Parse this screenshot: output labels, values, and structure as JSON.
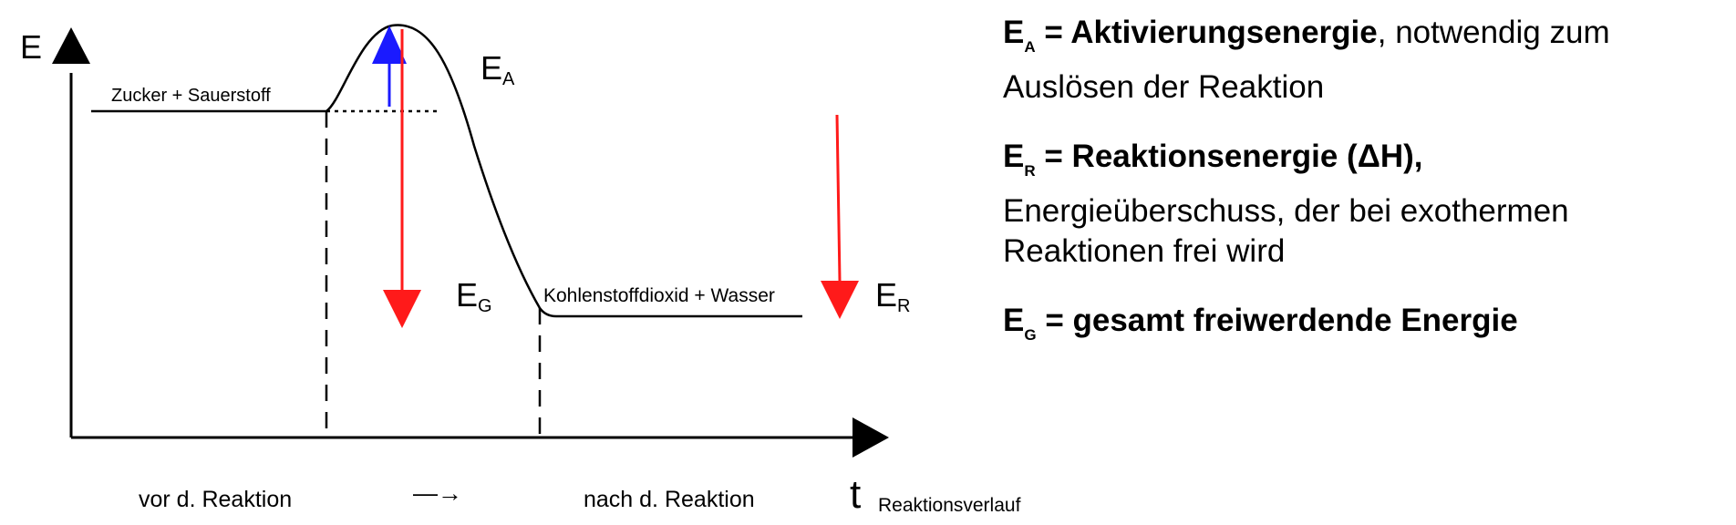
{
  "axes": {
    "y_label": "E",
    "x_label": "t",
    "x_sublabel": "Reaktionsverlauf"
  },
  "states": {
    "reactants": "Zucker + Sauerstoff",
    "products": "Kohlenstoffdioxid + Wasser"
  },
  "energy_labels": {
    "ea": {
      "main": "E",
      "sub": "A"
    },
    "eg": {
      "main": "E",
      "sub": "G"
    },
    "er": {
      "main": "E",
      "sub": "R"
    }
  },
  "phases": {
    "before": "vor d. Reaktion",
    "arrow": "—→",
    "after": "nach d. Reaktion"
  },
  "legend": {
    "ea": {
      "symbol": "E",
      "sub": "A",
      "bold_text": "= Aktivierungsenergie",
      "rest": ", notwendig zum Auslösen der Reaktion"
    },
    "er": {
      "symbol": "E",
      "sub": "R",
      "bold_text": "= Reaktionsenergie (ΔH),",
      "rest": "Energieüberschuss, der bei exothermen Reaktionen frei wird"
    },
    "eg": {
      "symbol": "E",
      "sub": "G",
      "bold_text": "= gesamt freiwerdende Energie",
      "rest": ""
    }
  },
  "colors": {
    "activation_arrow": "#1a1aff",
    "energy_arrows": "#ff1a1a",
    "lines": "#000000"
  }
}
